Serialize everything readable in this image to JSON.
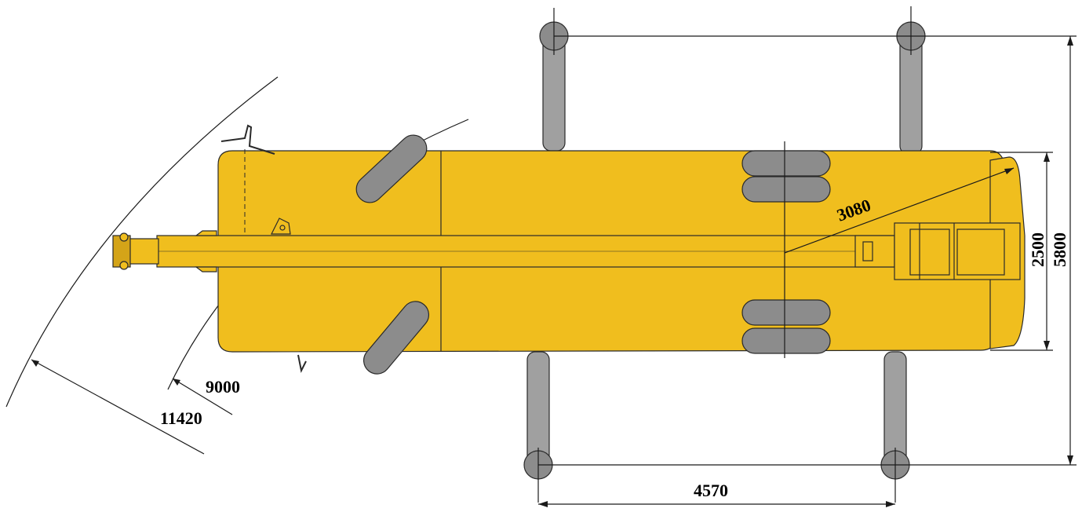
{
  "dimensions": {
    "outrigger_span_longitudinal": "4570",
    "outrigger_span_transverse": "5800",
    "vehicle_width": "2500",
    "tail_swing_radius": "3080",
    "inner_swing_radius": "9000",
    "outer_swing_radius": "11420"
  },
  "colors": {
    "body": "#F0BE1E",
    "outline": "#2A2A2A",
    "tire": "#8C8C8C",
    "outrigger": "#A0A0A0",
    "dimension_line": "#1A1A1A"
  }
}
